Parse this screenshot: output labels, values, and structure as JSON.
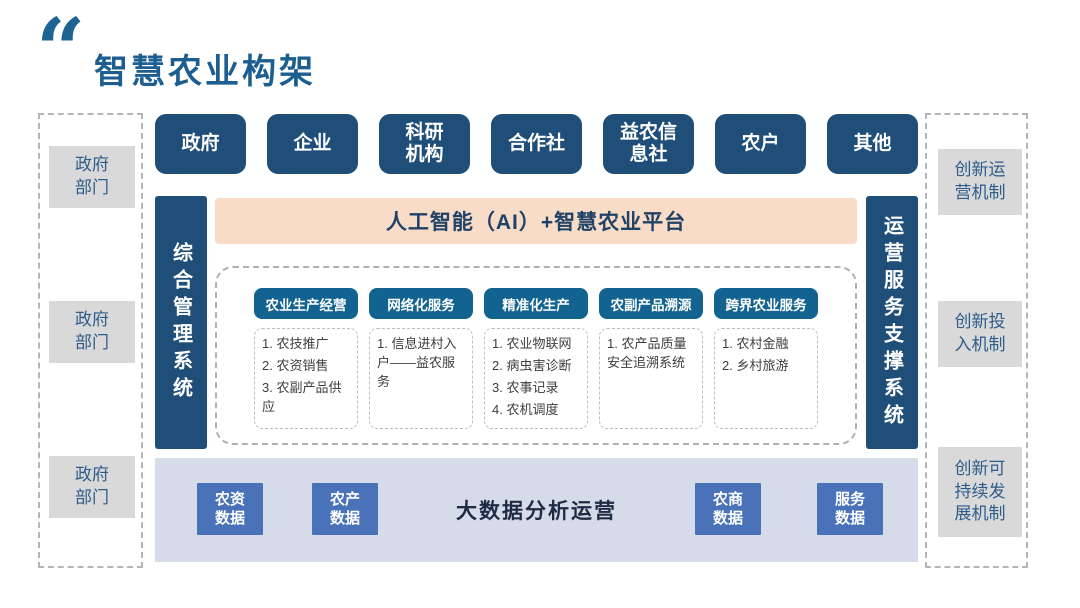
{
  "header": {
    "quote_icon": "“",
    "title": "智慧农业构架"
  },
  "colors": {
    "navy": "#1f4e79",
    "service_header_blue": "#12638f",
    "data_box_blue": "#4a72b8",
    "platform_peach": "#f8dcc7",
    "bigdata_bar_bg": "#d5dbe8",
    "side_box_gray": "#d9d9d9",
    "title_blue": "#1d5e90"
  },
  "left_panel": {
    "items": [
      "政府\n部门",
      "政府\n部门",
      "政府\n部门"
    ]
  },
  "right_panel": {
    "items": [
      "创新运\n营机制",
      "创新投\n入机制",
      "创新可\n持续发\n展机制"
    ]
  },
  "stakeholders": [
    "政府",
    "企业",
    "科研\n机构",
    "合作社",
    "益农信\n息社",
    "农户",
    "其他"
  ],
  "systems": {
    "left": "综合管理系统",
    "right": "运营服务支撑系统"
  },
  "platform": {
    "label": "人工智能（AI）+智慧农业平台"
  },
  "services": [
    {
      "header": "农业生产经营",
      "items": [
        "1. 农技推广",
        "2. 农资销售",
        "3. 农副产品供应"
      ]
    },
    {
      "header": "网络化服务",
      "items": [
        "1. 信息进村入户——益农服务"
      ]
    },
    {
      "header": "精准化生产",
      "items": [
        "1. 农业物联网",
        "2. 病虫害诊断",
        "3. 农事记录",
        "4. 农机调度"
      ]
    },
    {
      "header": "农副产品溯源",
      "items": [
        "1. 农产品质量安全追溯系统"
      ]
    },
    {
      "header": "跨界农业服务",
      "items": [
        "1. 农村金融",
        "2. 乡村旅游"
      ]
    }
  ],
  "bigdata": {
    "label": "大数据分析运营",
    "boxes": [
      "农资\n数据",
      "农产\n数据",
      "农商\n数据",
      "服务\n数据"
    ]
  }
}
